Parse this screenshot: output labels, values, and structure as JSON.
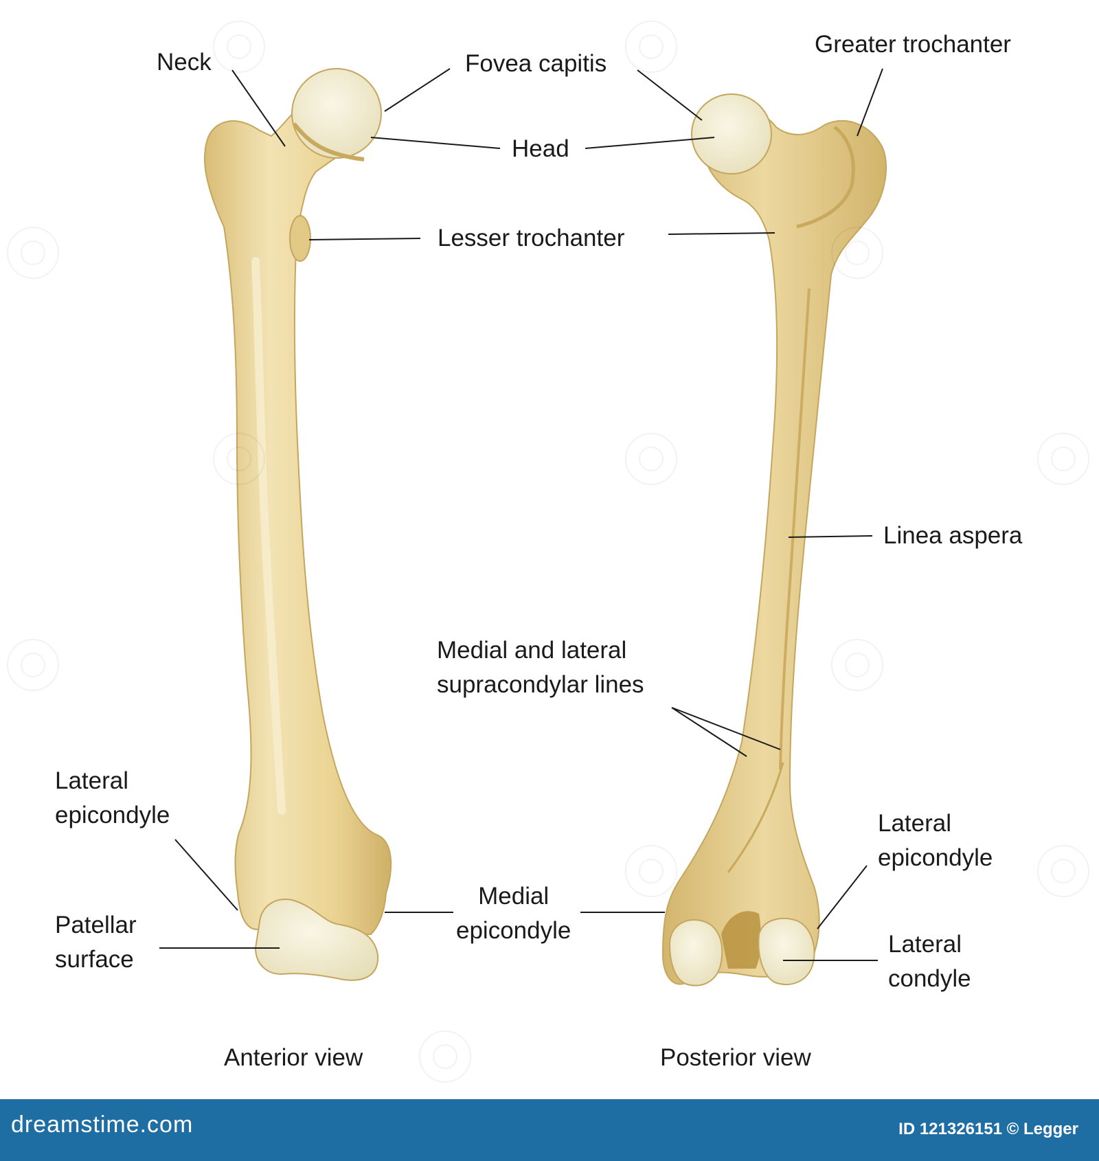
{
  "views": {
    "anterior": {
      "caption": "Anterior view",
      "labels": {
        "neck": "Neck",
        "fovea_capitis": "Fovea capitis",
        "head": "Head",
        "lesser_trochanter": "Lesser trochanter",
        "lateral_epicondyle_line1": "Lateral",
        "lateral_epicondyle_line2": "epicondyle",
        "patellar_surface_line1": "Patellar",
        "patellar_surface_line2": "surface",
        "medial_epicondyle_line1": "Medial",
        "medial_epicondyle_line2": "epicondyle"
      }
    },
    "posterior": {
      "caption": "Posterior view",
      "labels": {
        "greater_trochanter": "Greater trochanter",
        "linea_aspera": "Linea aspera",
        "supracondylar_line1": "Medial and lateral",
        "supracondylar_line2": "supracondylar lines",
        "lateral_epicondyle_line1": "Lateral",
        "lateral_epicondyle_line2": "epicondyle",
        "lateral_condyle_line1": "Lateral",
        "lateral_condyle_line2": "condyle"
      }
    }
  },
  "footer": {
    "logo": "dreamstime.com",
    "id_text": "ID 121326151 © Legger"
  },
  "colors": {
    "bone": "#ecd9a4",
    "bone_shadow": "#d4b872",
    "bone_highlight": "#f6ecc9",
    "cartilage": "#f1ecd3",
    "outline": "#c4a65e",
    "footer_bg": "#1f6ea3"
  }
}
